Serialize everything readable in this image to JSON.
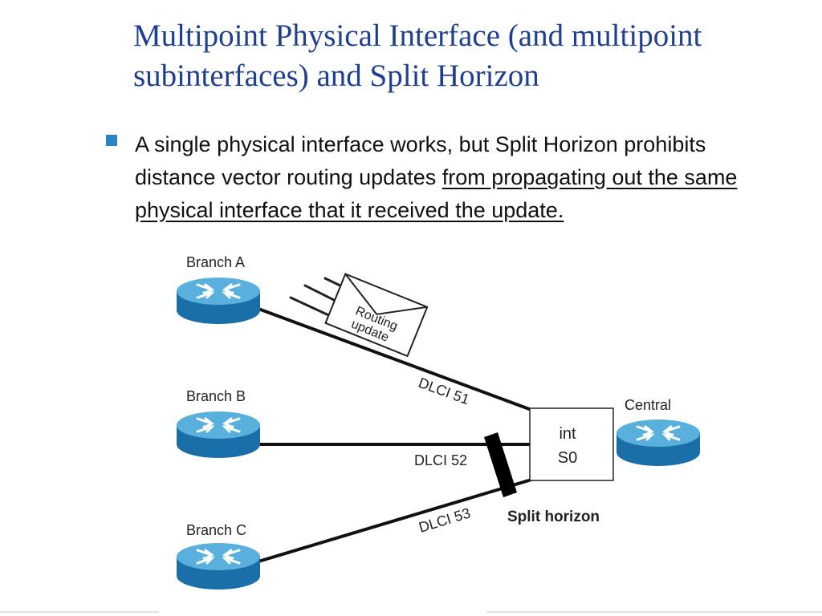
{
  "slide": {
    "title_line1": "Multipoint Physical Interface (and multipoint",
    "title_line2": "subinterfaces) and Split Horizon",
    "bullet": {
      "plain": "A single physical interface works, but Split Horizon prohibits distance vector routing updates ",
      "underlined": "from propagating out the same physical interface that it received the update."
    }
  },
  "diagram": {
    "branch_a": "Branch A",
    "branch_b": "Branch B",
    "branch_c": "Branch C",
    "central": "Central",
    "interface_line1": "int",
    "interface_line2": "S0",
    "dlci_51": "DLCI 51",
    "dlci_52": "DLCI 52",
    "dlci_53": "DLCI 53",
    "envelope_line1": "Routing",
    "envelope_line2": "update",
    "split_horizon": "Split horizon",
    "colors": {
      "title": "#1f3f8f",
      "bullet": "#2a84c6",
      "router_top": "#5ab0dc",
      "router_side": "#1b6fa8"
    },
    "icons": [
      "router-icon",
      "envelope-icon",
      "barrier-icon"
    ]
  }
}
